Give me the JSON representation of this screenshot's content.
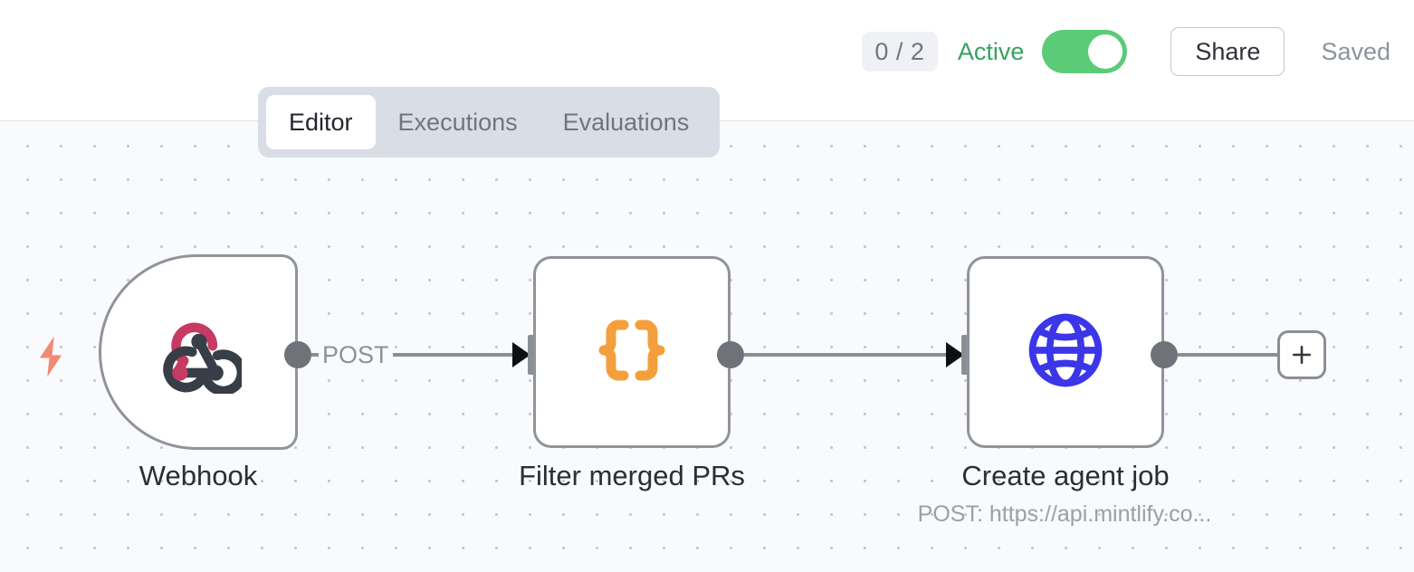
{
  "header": {
    "execution_badge": "0 / 2",
    "active_label": "Active",
    "toggle_state": "on",
    "share_label": "Share",
    "saved_label": "Saved",
    "active_color": "#35a35f",
    "toggle_color": "#5bcb78"
  },
  "tabs": [
    {
      "label": "Editor",
      "active": true
    },
    {
      "label": "Executions",
      "active": false
    },
    {
      "label": "Evaluations",
      "active": false
    }
  ],
  "canvas": {
    "background_color": "#f8fafc",
    "dot_color": "#c4c8d2",
    "trigger_bolt_color": "#f08a72"
  },
  "nodes": [
    {
      "id": "webhook",
      "label": "Webhook",
      "sublabel": "",
      "icon": "webhook-icon",
      "icon_colors": [
        "#C73A63",
        "#373E48"
      ],
      "type": "trigger"
    },
    {
      "id": "filter-merged-prs",
      "label": "Filter merged PRs",
      "sublabel": "",
      "icon": "code-braces-icon",
      "icon_colors": [
        "#F3A03C"
      ],
      "type": "standard"
    },
    {
      "id": "create-agent-job",
      "label": "Create agent job",
      "sublabel": "POST: https://api.mintlify.co...",
      "icon": "globe-icon",
      "icon_colors": [
        "#3B36E8"
      ],
      "type": "standard"
    }
  ],
  "connections": [
    {
      "from": "webhook",
      "to": "filter-merged-prs",
      "label": "POST"
    },
    {
      "from": "filter-merged-prs",
      "to": "create-agent-job",
      "label": ""
    }
  ],
  "add_node_button": {
    "glyph": "+"
  }
}
